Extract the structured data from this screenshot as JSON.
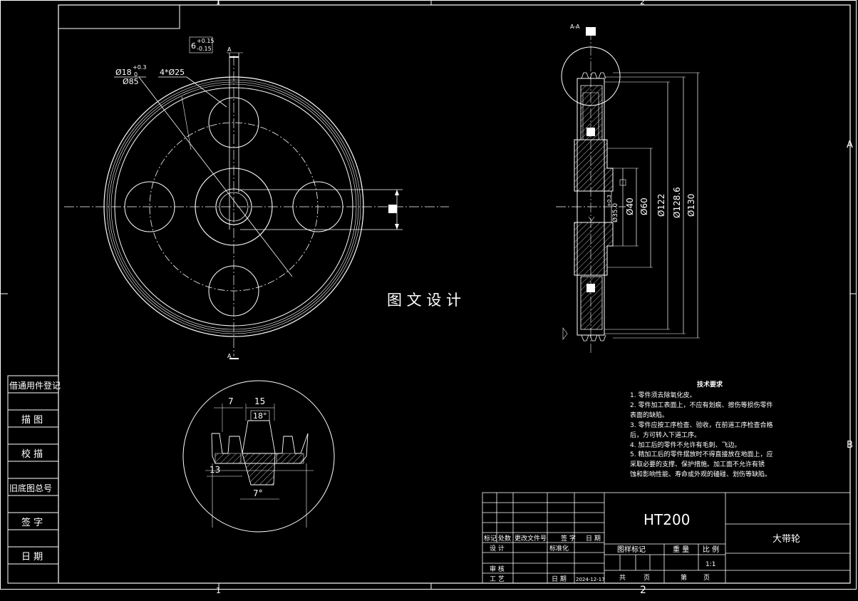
{
  "zones": {
    "top_1": "1",
    "top_2": "2",
    "bottom_1": "1",
    "bottom_2": "2",
    "right_a": "A",
    "right_b": "B"
  },
  "left_strip": [
    "借通用件登记",
    "描 图",
    "校 描",
    "旧底图总号",
    "签 字",
    "日 期"
  ],
  "watermark": "图 文 设 计",
  "front_view": {
    "section_label_top": "A",
    "section_label_bottom": "A",
    "dim_keyway_width": "6",
    "dim_keyway_tol_upper": "+0.15",
    "dim_keyway_tol_lower": "-0.15",
    "dim_bore": "Ø18",
    "dim_bore_tol_upper": "+0.3",
    "dim_bore_tol_lower": "0",
    "dim_pcd": "Ø85",
    "dim_holes": "4*Ø25"
  },
  "section_view": {
    "title": "A-A",
    "dims": [
      "Ø40",
      "Ø60",
      "Ø122",
      "Ø128.6",
      "Ø130"
    ],
    "hub_dim": "Ø35.0",
    "hub_tol": "+0.3"
  },
  "detail": {
    "d1": "7",
    "d2": "15",
    "angle1": "18°",
    "d3": "13",
    "angle2": "7°"
  },
  "tech_req": {
    "title": "技术要求",
    "lines": [
      "1. 零件须去除氧化皮。",
      "2. 零件加工表面上，不应有划痕、擦伤等损伤零件",
      "    表面的缺陷。",
      "3. 零件应按工序检查、验收，在前道工序检查合格",
      "    后，方可转入下道工序。",
      "4. 加工后的零件不允许有毛刺、飞边。",
      "5. 精加工后的零件摆放时不得直接放在地面上，应",
      "    采取必要的支撑、保护措施。加工面不允许有锈",
      "    蚀和影响性能、寿命或外观的磕碰、划伤等缺陷。"
    ]
  },
  "title_block": {
    "material": "HT200",
    "part_name": "大带轮",
    "rev_headers": [
      "标记",
      "处数",
      "更改文件号",
      "签 字",
      "日 期"
    ],
    "design": "设 计",
    "standardize": "标准化",
    "review": "审 核",
    "process": "工 艺",
    "date_label": "日 期",
    "date_value": "2024-12-17",
    "stage_mark": "图样标记",
    "weight": "重 量",
    "scale_label": "比 例",
    "scale_value": "1:1",
    "total_label": "共",
    "page_unit": "页",
    "sheet_label": "第"
  }
}
